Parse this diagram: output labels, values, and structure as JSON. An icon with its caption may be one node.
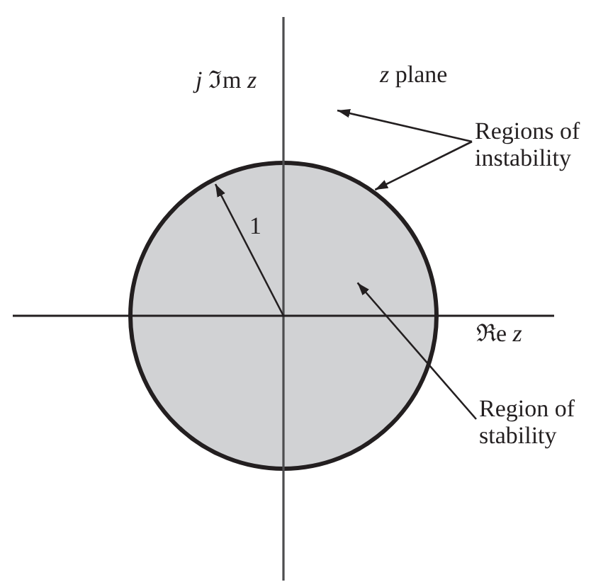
{
  "diagram": {
    "nodes": [
      {
        "text": [
          "Regions of instability"
        ]
      },
      {
        "text": [
          "Region of stability"
        ]
      },
      {
        "text": [],
        "shape": "circle"
      }
    ],
    "edges": [
      {
        "from": 0,
        "to": null,
        "arrow": "to"
      },
      {
        "from": 0,
        "to": 2,
        "arrow": "to"
      },
      {
        "from": 1,
        "to": 2,
        "arrow": "to"
      }
    ],
    "labels": [
      "*j* ℑm *z*",
      "*z* plane",
      "1",
      "ℜe *z*"
    ]
  }
}
